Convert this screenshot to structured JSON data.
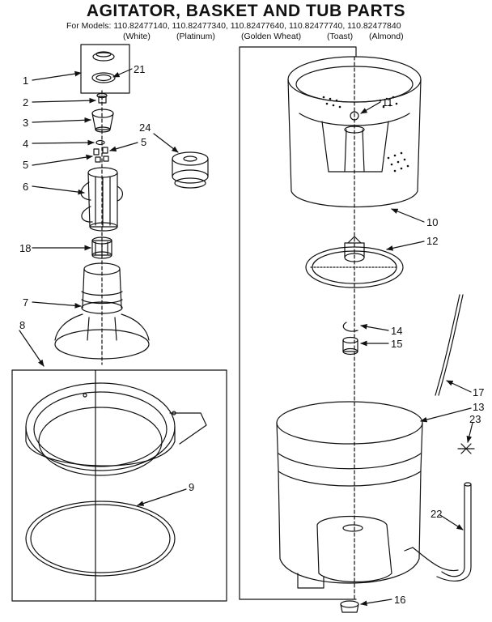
{
  "title": "AGITATOR, BASKET AND TUB PARTS",
  "models_line": "For Models: 110.82477140, 110.82477340, 110.82477640, 110.82477740, 110.82477840",
  "colors": [
    "(White)",
    "(Platinum)",
    "(Golden Wheat)",
    "(Toast)",
    "(Almond)"
  ],
  "callouts": [
    "1",
    "21",
    "2",
    "3",
    "24",
    "4",
    "5",
    "5",
    "6",
    "18",
    "7",
    "8",
    "9",
    "11",
    "10",
    "12",
    "14",
    "15",
    "17",
    "13",
    "23",
    "22",
    "16"
  ],
  "line_color": "#111111"
}
